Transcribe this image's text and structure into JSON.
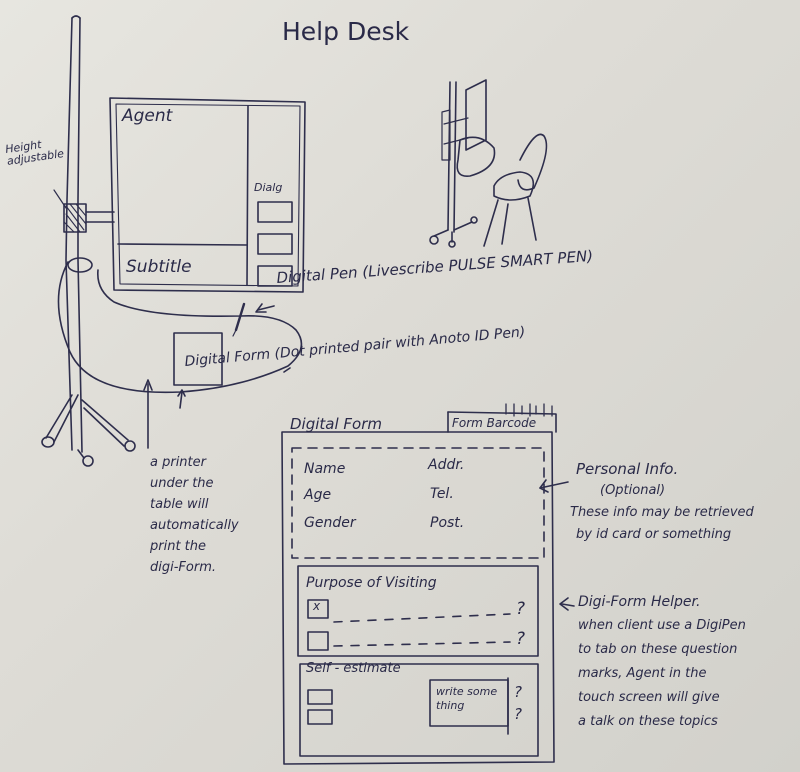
{
  "title": "Help Desk",
  "height_label": [
    "Height",
    "adjustable"
  ],
  "screen": {
    "agent_label": "Agent",
    "subtitle_label": "Subtitle",
    "dialog_label": "Dialg"
  },
  "pen_label": "Digital Pen (Livescribe PULSE SMART PEN)",
  "form_caption": "Digital Form (Dot printed pair with Anoto ID Pen)",
  "printer_note": [
    "a printer",
    "under the",
    "table will",
    "automatically",
    "print the",
    "digi-Form."
  ],
  "form": {
    "title": "Digital Form",
    "barcode_tab": "Form Barcode",
    "personal_fields": [
      "Name",
      "Age",
      "Gender",
      "Addr.",
      "Tel.",
      "Post."
    ],
    "purpose_title": "Purpose of Visiting",
    "purpose_check_mark": "x",
    "self_title": "Self - estimate",
    "write_box": [
      "write some",
      "thing"
    ],
    "question_mark": "?"
  },
  "personal_info_note": [
    "Personal Info.",
    "(Optional)",
    "These info may be retrieved",
    "by id card or something"
  ],
  "helper_note": [
    "Digi-Form Helper.",
    "when client use a DigiPen",
    "to tab on these question",
    "marks, Agent in the",
    "touch screen will give",
    "a talk on these topics"
  ],
  "ink_color": "#2a2a48"
}
